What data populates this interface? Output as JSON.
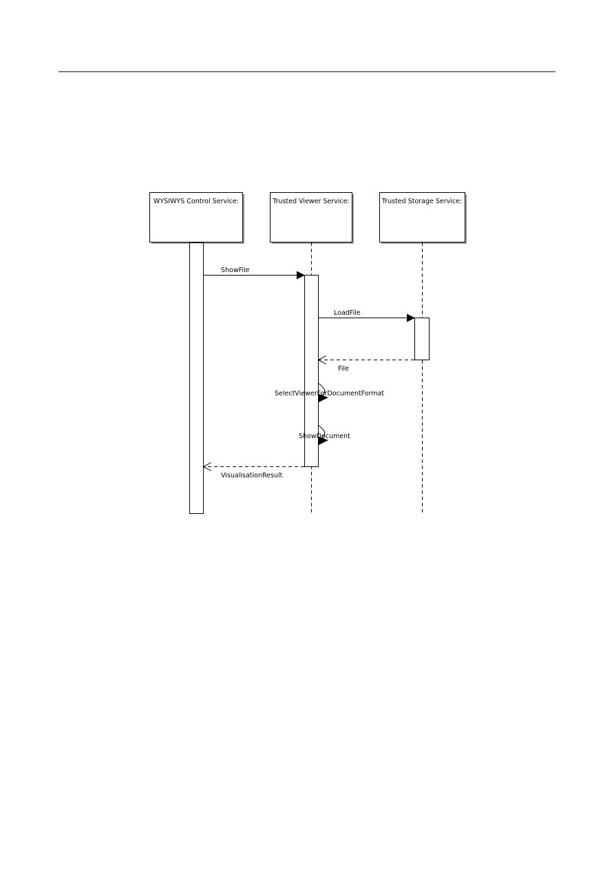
{
  "colors": {
    "line": "#000000",
    "box_fill": "#ffffff",
    "box_shadow": "#9a9a9a",
    "rule": "#000000"
  },
  "lifelines": [
    {
      "id": "wysiwys",
      "label": "WYSIWYS Control Service:"
    },
    {
      "id": "viewer",
      "label": "Trusted Viewer Service:"
    },
    {
      "id": "storage",
      "label": "Trusted Storage Service:"
    }
  ],
  "messages": [
    {
      "id": "show-file",
      "label": "ShowFile",
      "from": "wysiwys",
      "to": "viewer",
      "kind": "call"
    },
    {
      "id": "load-file",
      "label": "LoadFile",
      "from": "viewer",
      "to": "storage",
      "kind": "call"
    },
    {
      "id": "file",
      "label": "File",
      "from": "storage",
      "to": "viewer",
      "kind": "return"
    },
    {
      "id": "select-viewer",
      "label": "SelectViewerForDocumentFormat",
      "from": "viewer",
      "to": "viewer",
      "kind": "self"
    },
    {
      "id": "show-document",
      "label": "ShowDocument",
      "from": "viewer",
      "to": "viewer",
      "kind": "self"
    },
    {
      "id": "visualisation-result",
      "label": "VisualisationResult",
      "from": "viewer",
      "to": "wysiwys",
      "kind": "return"
    }
  ]
}
